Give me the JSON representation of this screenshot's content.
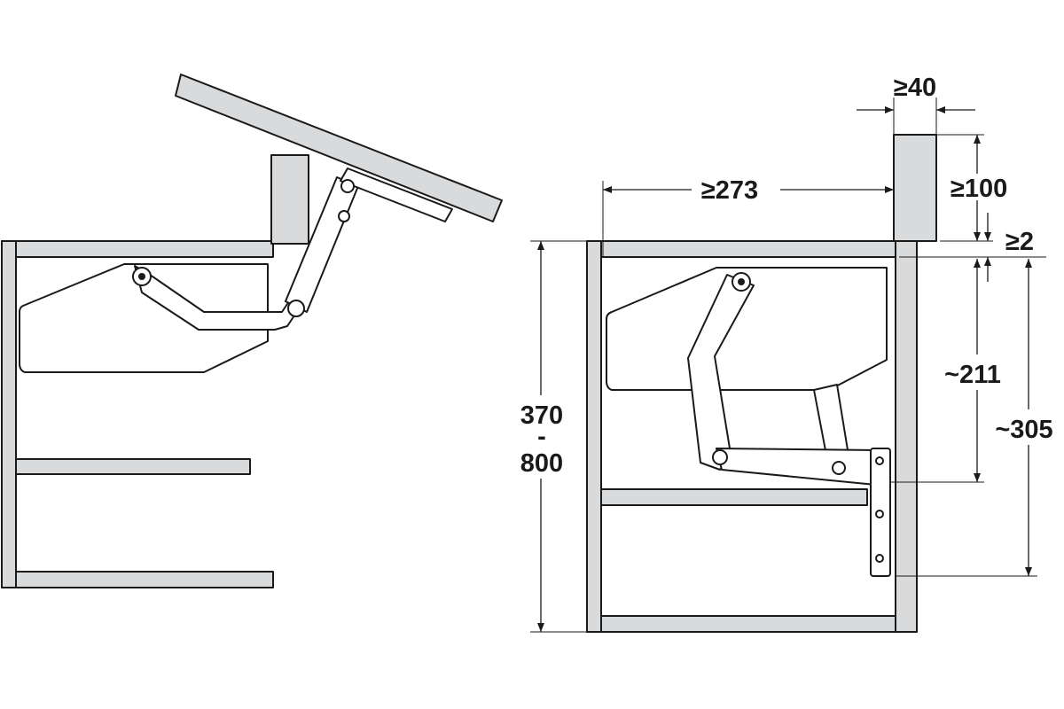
{
  "dimensions": {
    "width_min_273": "≥273",
    "thickness_min_40": "≥40",
    "height_min_100": "≥100",
    "gap_min_2": "≥2",
    "approx_211": "~211",
    "approx_305": "~305",
    "height_range_min": "370",
    "height_range_dash": "-",
    "height_range_max": "800"
  },
  "colors": {
    "panel_fill": "#d9dadb",
    "line": "#1a1a1a",
    "background": "#ffffff"
  }
}
